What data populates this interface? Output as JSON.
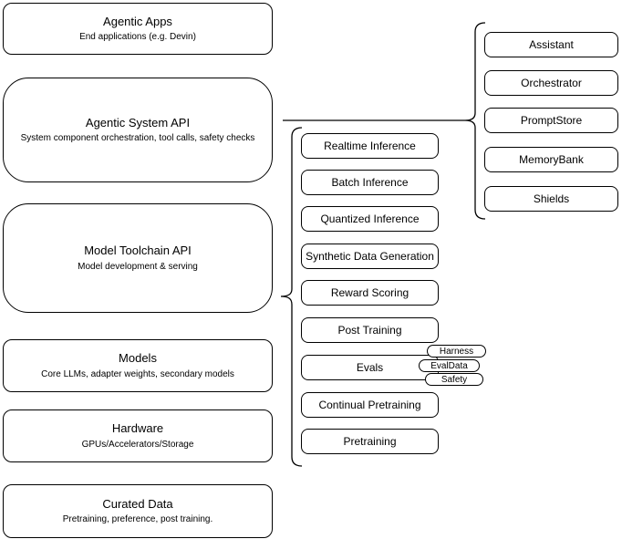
{
  "diagram": {
    "stroke_color": "#000000",
    "fill_color": "#ffffff",
    "left_stack": [
      {
        "title": "Agentic Apps",
        "subtitle": "End applications (e.g. Devin)"
      },
      {
        "title": "Agentic System API",
        "subtitle": "System component orchestration, tool calls, safety checks"
      },
      {
        "title": "Model Toolchain API",
        "subtitle": "Model development & serving"
      },
      {
        "title": "Models",
        "subtitle": "Core LLMs, adapter weights, secondary models"
      },
      {
        "title": "Hardware",
        "subtitle": "GPUs/Accelerators/Storage"
      },
      {
        "title": "Curated Data",
        "subtitle": "Pretraining, preference, post training."
      }
    ],
    "toolchain_items": [
      "Realtime Inference",
      "Batch Inference",
      "Quantized Inference",
      "Synthetic Data Generation",
      "Reward Scoring",
      "Post Training",
      "Evals",
      "Continual Pretraining",
      "Pretraining"
    ],
    "eval_tags": [
      "Harness",
      "EvalData",
      "Safety"
    ],
    "system_components": [
      "Assistant",
      "Orchestrator",
      "PromptStore",
      "MemoryBank",
      "Shields"
    ]
  }
}
